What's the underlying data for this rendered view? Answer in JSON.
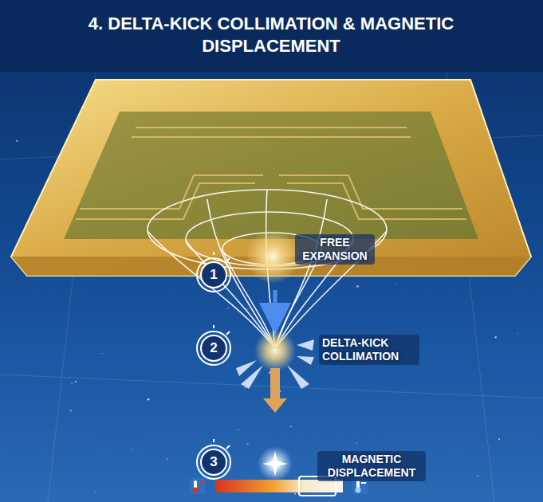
{
  "diagram": {
    "title": "4. DELTA-KICK COLLIMATION & MAGNETIC DISPLACEMENT",
    "labels": [
      "1",
      "FREE EXPANSION",
      "2",
      "DELTA-KICK COLLIMATION",
      "3",
      "MAGNETIC DISPLACEMENT"
    ]
  }
}
